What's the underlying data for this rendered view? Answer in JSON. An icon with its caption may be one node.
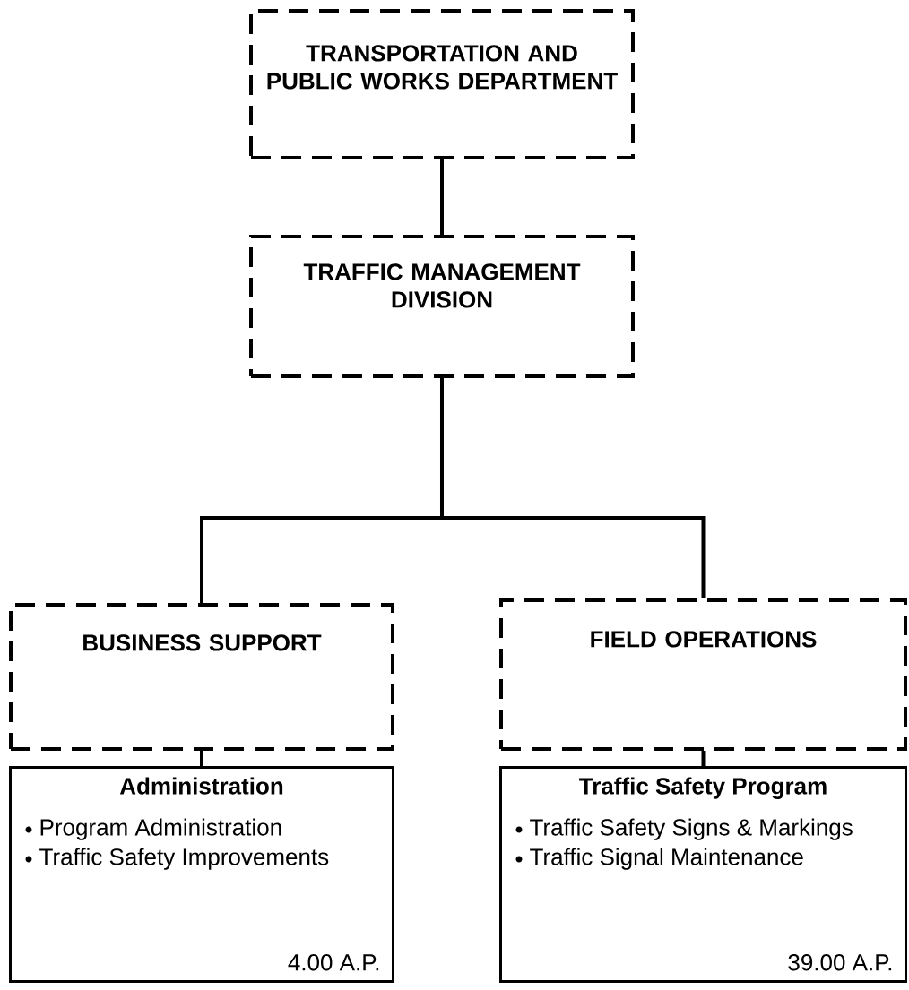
{
  "diagram": {
    "nodes": [
      {
        "text": [
          "TRANSPORTATION AND PUBLIC WORKS DEPARTMENT"
        ]
      },
      {
        "text": [
          "TRAFFIC MANAGEMENT DIVISION"
        ]
      },
      {
        "text": [
          "BUSINESS SUPPORT"
        ]
      },
      {
        "text": [
          "FIELD OPERATIONS"
        ]
      },
      {
        "text": [
          "Administration",
          "Program Administration",
          "Traffic Safety Improvements",
          "4.00 A.P."
        ]
      },
      {
        "text": [
          "Traffic Safety Program",
          "Traffic Safety Signs & Markings",
          "Traffic Signal Maintenance",
          "39.00 A.P."
        ]
      }
    ],
    "edges": [
      {
        "from": 0,
        "to": 1,
        "arrow": "none"
      },
      {
        "from": 1,
        "to": 2,
        "arrow": "none"
      },
      {
        "from": 1,
        "to": 3,
        "arrow": "none"
      },
      {
        "from": 2,
        "to": 4,
        "arrow": "none"
      },
      {
        "from": 3,
        "to": 5,
        "arrow": "none"
      }
    ]
  }
}
